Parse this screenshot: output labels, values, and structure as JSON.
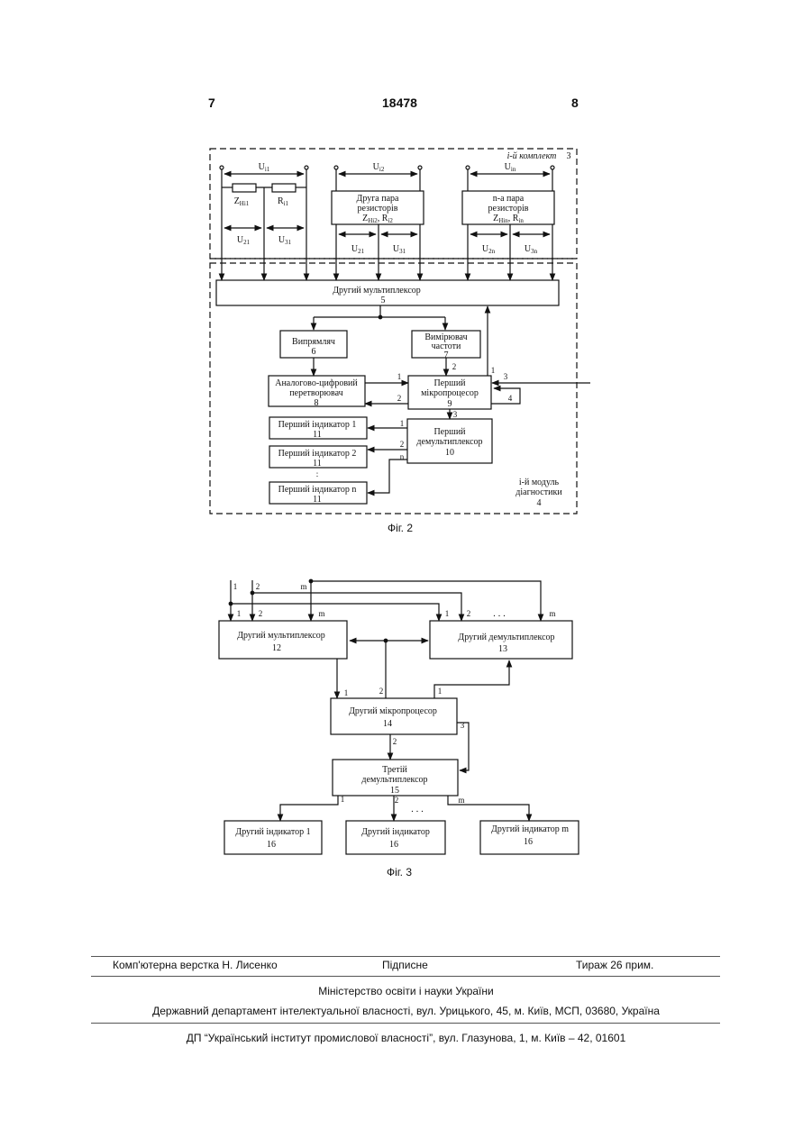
{
  "header": {
    "left_page": "7",
    "patent_number": "18478",
    "right_page": "8"
  },
  "fig2": {
    "caption": "Фіг. 2",
    "complex_label": "i-й комплект",
    "complex_num": "3",
    "u_i1": "U",
    "u_i1_sub": "i1",
    "u_i2": "U",
    "u_i2_sub": "i2",
    "u_in": "U",
    "u_in_sub": "in",
    "z_i1": "Z",
    "z_i1_sub": "Hi1",
    "r_i1": "R",
    "r_i1_sub": "i1",
    "second_pair_line1": "Друга пара",
    "second_pair_line2": "резисторів",
    "second_pair_z": "Z",
    "second_pair_z_sub": "Hi2",
    "second_pair_r": "R",
    "second_pair_r_sub": "i2",
    "n_pair_line1": "n-а пара",
    "n_pair_line2": "резисторів",
    "n_pair_z": "Z",
    "n_pair_z_sub": "Hin",
    "n_pair_r": "R",
    "n_pair_r_sub": "in",
    "u21": "U",
    "u21_sub": "21",
    "u31": "U",
    "u31_sub": "31",
    "u22": "U",
    "u22_sub": "21",
    "u32": "U",
    "u32_sub": "31",
    "u2n": "U",
    "u2n_sub": "2n",
    "u3n": "U",
    "u3n_sub": "3n",
    "mux_label": "Другий   мультиплексор",
    "mux_num": "5",
    "rectifier": "Випрямляч",
    "rectifier_num": "6",
    "freq_line1": "Вимірювач",
    "freq_line2": "частоти",
    "freq_num": "7",
    "adc_line1": "Аналогово-цифровий",
    "adc_line2": "перетворювач",
    "adc_num": "8",
    "mp_line1": "Перший",
    "mp_line2": "мікропроцесор",
    "mp_num": "9",
    "demux_line1": "Перший",
    "demux_line2": "демультиплексор",
    "demux_num": "10",
    "ind1": "Перший індикатор 1",
    "ind1_num": "11",
    "ind2": "Перший індикатор  2",
    "ind2_num": "11",
    "indn": "Перший індикатор  n",
    "indn_num": "11",
    "module_line1": "i-й модуль",
    "module_line2": "діагностики",
    "module_num": "4",
    "p1": "1",
    "p2": "2",
    "p3": "3",
    "p4": "4",
    "pn": "n"
  },
  "fig3": {
    "caption": "Фіг. 3",
    "in1": "1",
    "in2": "2",
    "inm": "m",
    "mux_label": "Другий мультиплексор",
    "mux_num": "12",
    "demux_label": "Другий  демультиплексор",
    "demux_num": "13",
    "mp_label": "Другий мікропроцесор",
    "mp_num": "14",
    "demux3_line1": "Третій",
    "demux3_line2": "демультиплексор",
    "demux3_num": "15",
    "ind1": "Другий індикатор 1",
    "ind1_num": "16",
    "ind2": "Другий індикатор",
    "ind2_num": "16",
    "indm": "Другий індикатор m",
    "indm_num": "16",
    "dots": ". . .",
    "p1": "1",
    "p2": "2",
    "p3": "3",
    "pm": "m"
  },
  "footer": {
    "layout": "Комп'ютерна верстка Н. Лисенко",
    "signed": "Підписне",
    "circulation": "Тираж 26 прим.",
    "ministry": "Міністерство освіти і науки України",
    "department": "Державний департамент інтелектуальної власності, вул. Урицького, 45, м. Київ, МСП, 03680, Україна",
    "institute": "ДП “Український інститут промислової власності”, вул. Глазунова, 1, м. Київ – 42, 01601"
  }
}
